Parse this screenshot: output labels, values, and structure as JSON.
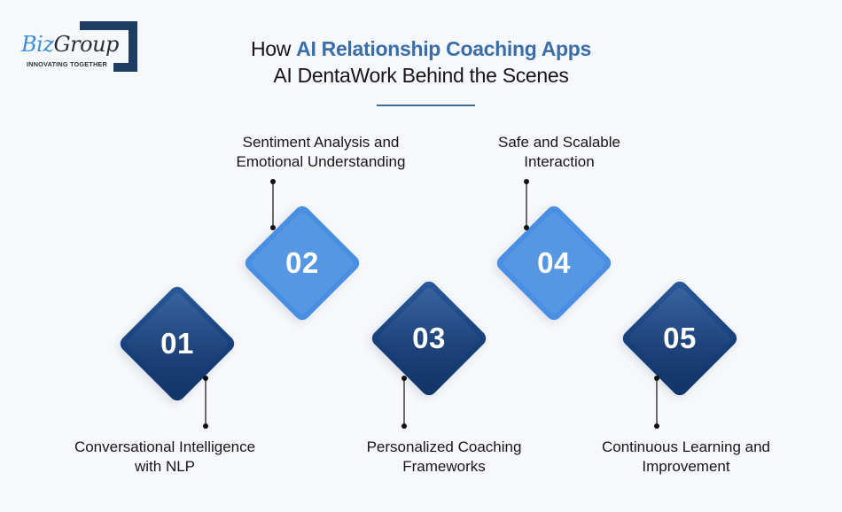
{
  "logo": {
    "brand_part1": "Biz",
    "brand_part2": "Group",
    "tagline": "INNOVATING TOGETHER",
    "colors": {
      "brand_light": "#3a8fd6",
      "brand_dark": "#1f3c63"
    }
  },
  "title": {
    "line1_prefix": "How ",
    "line1_accent": "AI Relationship Coaching Apps",
    "line2": "AI DentaWork Behind the Scenes",
    "accent_color": "#3a6ea8"
  },
  "steps": [
    {
      "number": "01",
      "label_line1": "Conversational Intelligence",
      "label_line2": "with NLP",
      "style": "dark",
      "label_position": "bottom"
    },
    {
      "number": "02",
      "label_line1": "Sentiment Analysis and",
      "label_line2": "Emotional Understanding",
      "style": "light",
      "label_position": "top"
    },
    {
      "number": "03",
      "label_line1": "Personalized Coaching",
      "label_line2": "Frameworks",
      "style": "dark",
      "label_position": "bottom"
    },
    {
      "number": "04",
      "label_line1": "Safe and Scalable",
      "label_line2": "Interaction",
      "style": "light",
      "label_position": "top"
    },
    {
      "number": "05",
      "label_line1": "Continuous Learning and",
      "label_line2": "Improvement",
      "style": "dark",
      "label_position": "bottom"
    }
  ],
  "colors": {
    "background": "#f7f8fb",
    "dark_diamond": "#173f7a",
    "light_diamond": "#4a90e2",
    "underline": "#3d6a94"
  }
}
